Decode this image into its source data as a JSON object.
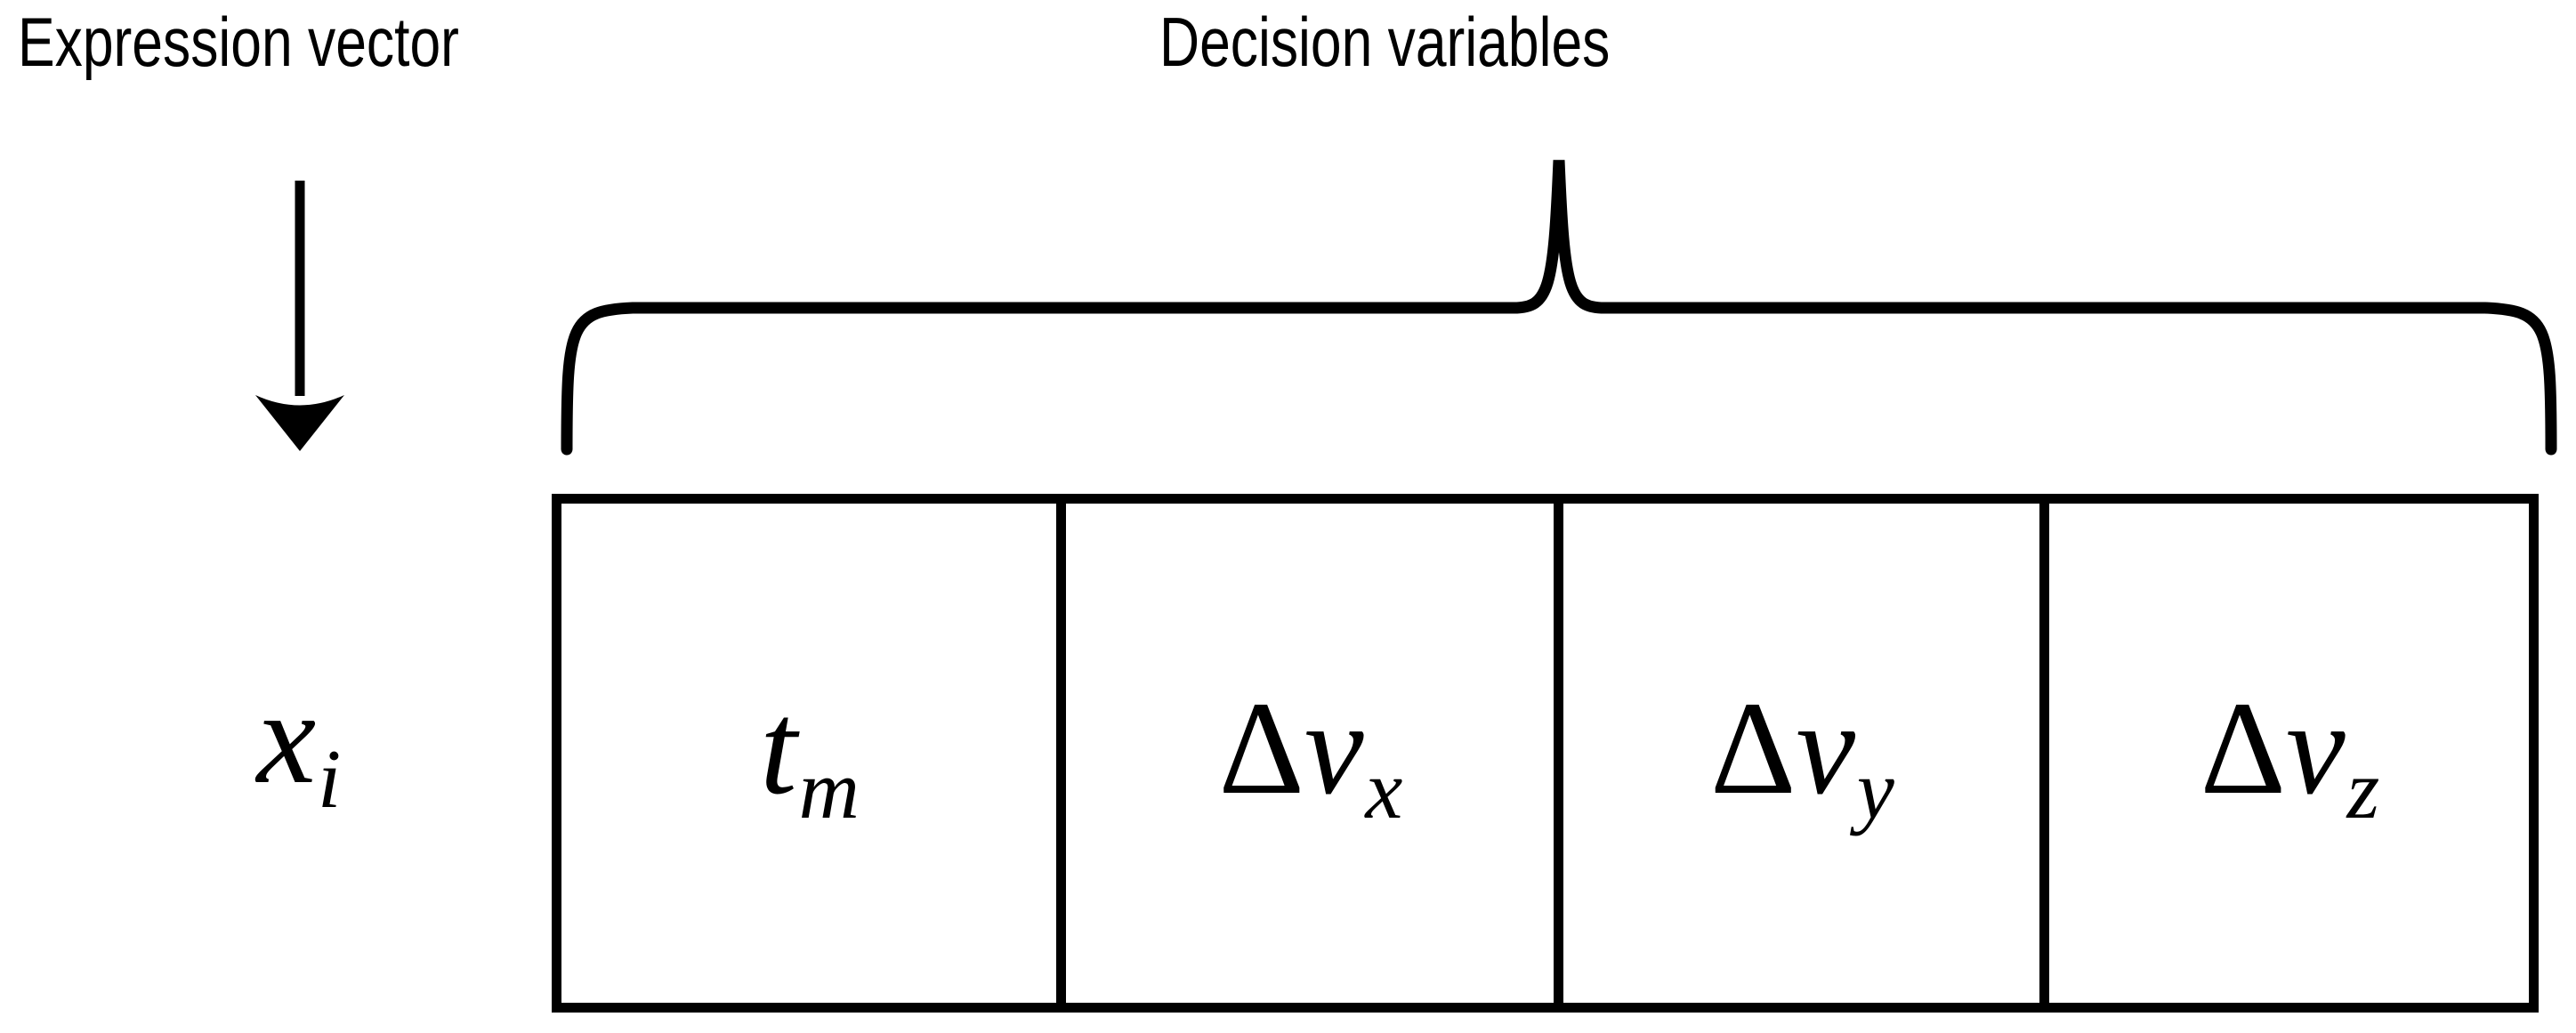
{
  "figure": {
    "background_color": "#ffffff",
    "stroke_color": "#000000",
    "annotations": {
      "expression_vector": {
        "label": "Expression vector",
        "pointer_icon": "down-arrow-icon"
      },
      "decision_variables": {
        "label": "Decision variables",
        "grouping_icon": "curly-brace-icon",
        "spans_cells": [
          "Δvx",
          "Δvy",
          "Δvz",
          "tm"
        ]
      }
    },
    "vector": {
      "name_symbol": "x",
      "name_subscript": "i",
      "cells": [
        {
          "symbol": "t",
          "subscript": "m",
          "delta": false,
          "label": "tm"
        },
        {
          "symbol": "v",
          "subscript": "x",
          "delta": true,
          "label": "Δvx"
        },
        {
          "symbol": "v",
          "subscript": "y",
          "delta": true,
          "label": "Δvy"
        },
        {
          "symbol": "v",
          "subscript": "z",
          "delta": true,
          "label": "Δvz"
        }
      ],
      "delta_glyph": "Δ"
    }
  }
}
